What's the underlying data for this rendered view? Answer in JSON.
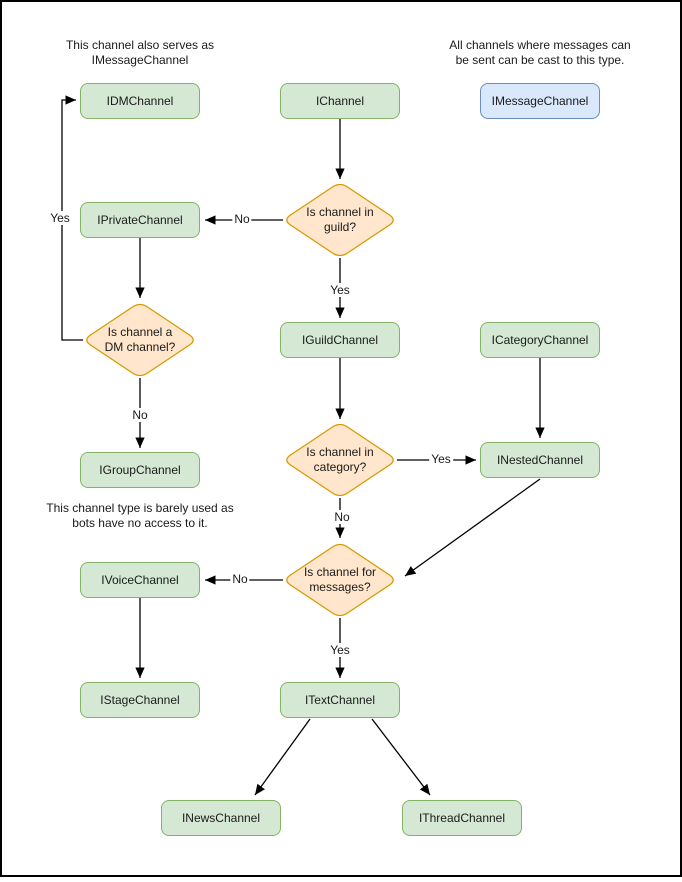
{
  "nodes": {
    "idm": "IDMChannel",
    "ichannel": "IChannel",
    "imessage": "IMessageChannel",
    "iprivate": "IPrivateChannel",
    "iguild": "IGuildChannel",
    "icategory": "ICategoryChannel",
    "igroup": "IGroupChannel",
    "inested": "INestedChannel",
    "ivoice": "IVoiceChannel",
    "istage": "IStageChannel",
    "itext": "ITextChannel",
    "inews": "INewsChannel",
    "ithread": "IThreadChannel"
  },
  "decisions": {
    "guild": {
      "line1": "Is channel in",
      "line2": "guild?"
    },
    "dm": {
      "line1": "Is channel a",
      "line2": "DM channel?"
    },
    "category": {
      "line1": "Is channel in",
      "line2": "category?"
    },
    "messages": {
      "line1": "Is channel for",
      "line2": "messages?"
    }
  },
  "notes": {
    "dm": {
      "line1": "This channel also serves as",
      "line2": "IMessageChannel"
    },
    "message": {
      "line1": "All channels where messages can",
      "line2": "be sent can be cast to this type."
    },
    "group": {
      "line1": "This channel type is barely used as",
      "line2": "bots have no access to it."
    }
  },
  "edge_labels": {
    "yes_dm_to_idm": "Yes",
    "no_guild_to_private": "No",
    "yes_guild_down": "Yes",
    "no_dm_down": "No",
    "yes_category_to_nested": "Yes",
    "no_category_down": "No",
    "no_messages_to_voice": "No",
    "yes_messages_down": "Yes"
  },
  "colors": {
    "channel_fill": "#d5e8d4",
    "channel_border": "#82b366",
    "message_channel_fill": "#dae8fc",
    "message_channel_border": "#6c8ebf",
    "decision_fill": "#ffe6cc",
    "decision_border": "#d79b00",
    "connector": "#000000",
    "background": "#ffffff"
  }
}
